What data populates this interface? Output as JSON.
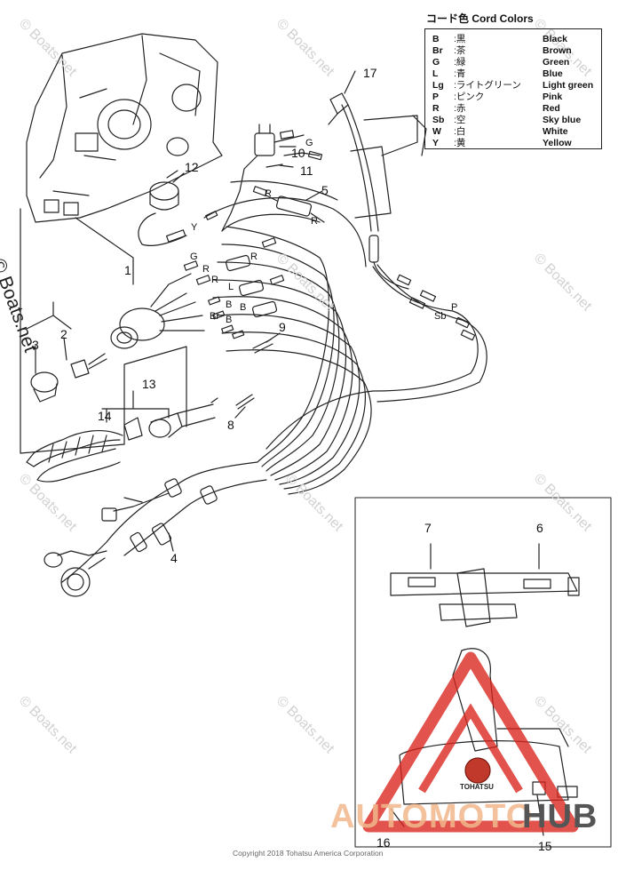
{
  "legend": {
    "title": "コード色   Cord Colors",
    "rows": [
      {
        "code": "B",
        "jp": ":黒",
        "en": "Black"
      },
      {
        "code": "Br",
        "jp": ":茶",
        "en": "Brown"
      },
      {
        "code": "G",
        "jp": ":緑",
        "en": "Green"
      },
      {
        "code": "L",
        "jp": ":青",
        "en": "Blue"
      },
      {
        "code": "Lg",
        "jp": ":ライトグリーン",
        "en": "Light green"
      },
      {
        "code": "P",
        "jp": ":ピンク",
        "en": "Pink"
      },
      {
        "code": "R",
        "jp": ":赤",
        "en": "Red"
      },
      {
        "code": "Sb",
        "jp": ":空",
        "en": "Sky blue"
      },
      {
        "code": "W",
        "jp": ":白",
        "en": "White"
      },
      {
        "code": "Y",
        "jp": ":黄",
        "en": "Yellow"
      }
    ]
  },
  "callouts": {
    "c1": "1",
    "c2": "2",
    "c3": "3",
    "c4": "4",
    "c5": "5",
    "c6": "6",
    "c7": "7",
    "c8": "8",
    "c9": "9",
    "c10": "10",
    "c11": "11",
    "c12": "12",
    "c13": "13",
    "c14": "14",
    "c15": "15",
    "c16": "16",
    "c17": "17"
  },
  "wire_labels": {
    "g1": "G",
    "r1": "R",
    "y1": "Y",
    "g2": "G",
    "r2": "R",
    "r3": "R",
    "r4": "R",
    "r5": "R",
    "l1": "L",
    "b1": "B",
    "b2": "B",
    "br1": "Br",
    "b3": "B",
    "p1": "P",
    "sb1": "Sb"
  },
  "watermark": "© Boats.net",
  "copyright": "Copyright 2018 Tohatsu America Corporation",
  "product_logo": "TOHATSU",
  "brand": {
    "left": "AUTOMOTO",
    "right": "HUB"
  },
  "colors": {
    "line": "#222222",
    "brand_red": "#d9241b",
    "brand_orange": "#f2b88c"
  }
}
